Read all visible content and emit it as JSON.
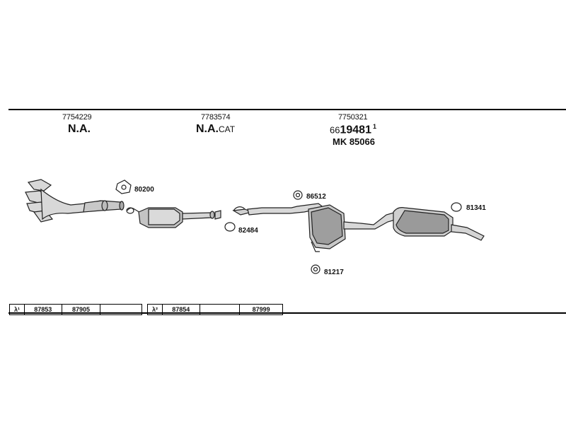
{
  "sections": [
    {
      "part_number": "7754229",
      "label": "N.A.",
      "suffix": ""
    },
    {
      "part_number": "7783574",
      "label": "N.A.",
      "suffix": "CAT"
    },
    {
      "part_number": "7750321",
      "prefix": "66",
      "label": "19481",
      "superscript": "1",
      "mk_label": "MK 85066"
    }
  ],
  "part_labels": {
    "clamp_80200": "80200",
    "ring_82484": "82484",
    "hanger_86512": "86512",
    "hanger_81217": "81217",
    "hanger_81341": "81341"
  },
  "lambda_rows": [
    {
      "symbol": "λ¹",
      "cells": [
        "87853",
        "87905",
        ""
      ]
    },
    {
      "symbol": "λ²",
      "cells": [
        "87854",
        "",
        "87999"
      ]
    }
  ]
}
